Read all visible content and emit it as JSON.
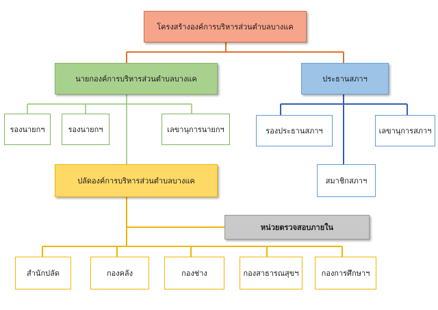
{
  "colors": {
    "top_fill": "#f6a58a",
    "top_border": "#d36b4a",
    "top_line": "#e0702a",
    "mayor_fill": "#a9d18e",
    "mayor_border": "#7fb35c",
    "mayor_line": "#8cc46a",
    "council_fill": "#9dc3e6",
    "council_border": "#6a9fd3",
    "council_line": "#2f5fb3",
    "council_child_border": "#5b9bd5",
    "clerk_fill": "#ffd966",
    "clerk_border": "#f0b400",
    "clerk_line": "#f0b400",
    "audit_fill": "#c9c9c9",
    "audit_border": "#9a9a9a",
    "plain_fill": "#ffffff"
  },
  "nodes": {
    "root": "โครงสร้างองค์การบริหารส่วนตำบลบางแค",
    "mayor": "นายกองค์การบริหารส่วนตำบลบางแค",
    "council_chair": "ประธานสภาฯ",
    "deputy_mayor_1": "รองนายกฯ",
    "deputy_mayor_2": "รองนายกฯ",
    "mayor_secretary": "เลขานุการนายกฯ",
    "deputy_council_chair": "รองประธานสภาฯ",
    "council_secretary": "เลขานุการสภาฯ",
    "council_member": "สมาชิกสภาฯ",
    "clerk": "ปลัดองค์การบริหารส่วนตำบลบางแค",
    "internal_audit": "หน่วยตรวจสอบภายใน",
    "office_of_clerk": "สำนักปลัด",
    "finance_division": "กองคลัง",
    "engineering_division": "กองช่าง",
    "public_health_division": "กองสาธารณสุขฯ",
    "education_division": "กองการศึกษาฯ"
  }
}
